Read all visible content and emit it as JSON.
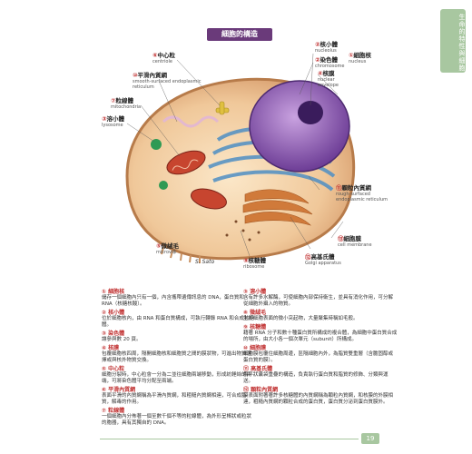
{
  "side_tab": "生命的特性與細胞",
  "title": "細胞的構造",
  "page_number": "19",
  "signature": "S. Sato",
  "labels": {
    "centriole": {
      "num": "⑥",
      "zh": "中心粒",
      "en": "centriole"
    },
    "smooth_er": {
      "num": "⑩",
      "zh": "平滑內質網",
      "en": "smooth-surfaced endoplasmic reticulum"
    },
    "mitochondria": {
      "num": "⑦",
      "zh": "粒線體",
      "en": "mitochondria"
    },
    "lysosome": {
      "num": "③",
      "zh": "溶小體",
      "en": "lysosome"
    },
    "microvilli": {
      "num": "⑤",
      "zh": "微絨毛",
      "en": "microvilli"
    },
    "ribosome": {
      "num": "⑨",
      "zh": "核糖體",
      "en": "ribosome"
    },
    "nucleolus": {
      "num": "②",
      "zh": "核小體",
      "en": "nucleolus"
    },
    "nucleus": {
      "num": "①",
      "zh": "細胞核",
      "en": "nucleus"
    },
    "chromosome": {
      "num": "②",
      "zh": "染色體",
      "en": "chromosome"
    },
    "envelope": {
      "num": "④",
      "zh": "核膜",
      "en": "nuclear envelope"
    },
    "rough_er": {
      "num": "⑪",
      "zh": "顆粒內質網",
      "en": "rough-surfaced endoplasmic reticulum"
    },
    "cell_membrane": {
      "num": "⑬",
      "zh": "細胞膜",
      "en": "cell membrane"
    },
    "golgi": {
      "num": "⑫",
      "zh": "高基氏體",
      "en": "Golgi apparatus"
    }
  },
  "definitions_left": [
    {
      "head": "① 細胞核",
      "text": "儲存一個細胞內只有一個，內含攜帶遺傳訊息的 DNA，蛋白質和 RNA（核糖核酸）。"
    },
    {
      "head": "② 核小體",
      "text": "位於細胞核內，由 RNA 和蛋白質構成，可執行轉錄 RNA 和合成核糖體。"
    },
    {
      "head": "③ 染色體",
      "text": "讓參與數 20 頁。"
    },
    {
      "head": "④ 核膜",
      "text": "包覆細胞核四周，隔開細胞核和細胞質之間的膜狀物，可進出物質選擇或與核外物質交換。"
    },
    {
      "head": "⑤ 中心粒",
      "text": "細胞分裂時，中心粒會一分為二並往細胞兩端移動，形成紡錘絲的兩端，可將染色體平均分配至兩端。"
    },
    {
      "head": "⑥ 平滑內質網",
      "text": "表面平滑的內質網稱為平滑內質網，和粗糙內質網相連，可合成脂質，解毒的作用。"
    },
    {
      "head": "⑦ 粒線體",
      "text": "一個細胞內分佈著一個至數千個不等的粒線體，為外形呈棒狀或粒狀的胞器，具有其獨自的 DNA。"
    }
  ],
  "definitions_right": [
    {
      "head": "③ 溶小體",
      "text": "含有許多水解酶，可使細胞內部保持衛生，並具有消化作用，可分解從細胞外攝入的物質。"
    },
    {
      "head": "⑧ 微絨毛",
      "text": "生於細胞表面的微小突起物，大量聚集時稱如毛般。"
    },
    {
      "head": "⑨ 核糖體",
      "text": "藉著 RNA 分子和數十種蛋白質所構成的複合體，為細胞中蛋白質合成的場所，由大小各一個次單元（subunit）所構成。"
    },
    {
      "head": "⑩ 細胞膜",
      "text": "細胞膜包覆住細胞周邊，區隔細胞內外，為脂質雙重層（含膽固醇或蛋白質的膜）。"
    },
    {
      "head": "⑪ 高基氏體",
      "text": "扁平狀囊袋重疊的構造，負責執行蛋白質和脂質的修飾、分類與運送。"
    },
    {
      "head": "⑫ 顆粒內質網",
      "text": "膜表面附著著許多核糖體的內質網稱為顆粒內質網，和核膜的外膜相連，粗糙內質網的顆粒合成的蛋白質，蛋白質分泌到蛋白質膜外。"
    }
  ]
}
